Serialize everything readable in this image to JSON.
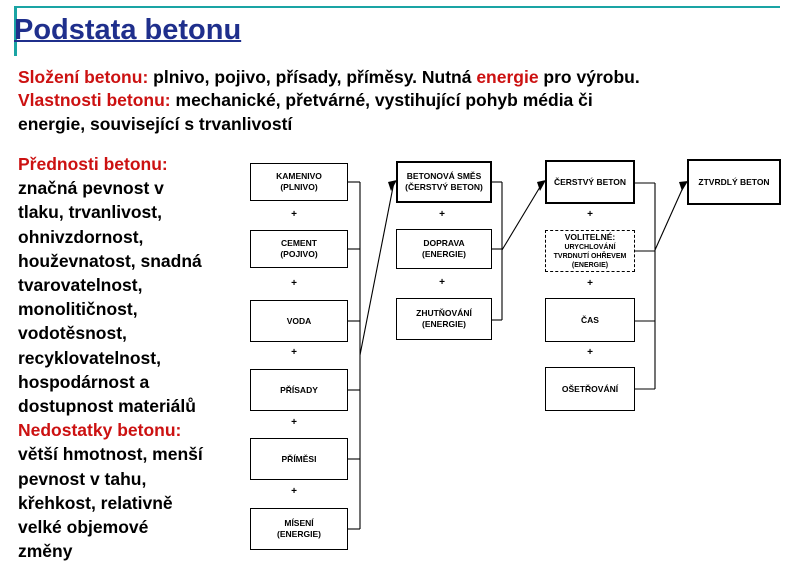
{
  "title": "Podstata betonu",
  "composition": {
    "label": "Složení betonu:",
    "text_a": " plnivo, pojivo, přísady, příměsy. Nutná ",
    "energy": "energie",
    "text_b": " pro výrobu."
  },
  "properties": {
    "label": "Vlastnosti betonu:",
    "text_line1": " mechanické, přetvárné, vystihující pohyb média či",
    "text_line2": "energie, související s trvanlivostí"
  },
  "advantages": {
    "label": "Přednosti betonu:",
    "lines": [
      "značná pevnost v",
      "tlaku, trvanlivost,",
      "ohnivzdornost,",
      "houževnatost, snadná",
      "tvarovatelnost,",
      "monolitičnost,",
      "vodotěsnost,",
      "recyklovatelnost,",
      "hospodárnost a",
      "dostupnost materiálů"
    ]
  },
  "disadvantages": {
    "label": "Nedostatky betonu:",
    "lines": [
      "větší hmotnost, menší",
      "pevnost v tahu,",
      "křehkost, relativně",
      "velké objemové",
      "změny"
    ]
  },
  "diagram": {
    "col1": [
      {
        "line1": "KAMENIVO",
        "line2": "(PLNIVO)"
      },
      {
        "line1": "CEMENT",
        "line2": "(POJIVO)"
      },
      {
        "line1": "VODA",
        "line2": ""
      },
      {
        "line1": "PŘÍSADY",
        "line2": ""
      },
      {
        "line1": "PŘÍMĚSI",
        "line2": ""
      },
      {
        "line1": "MÍSENÍ",
        "line2": "(ENERGIE)"
      }
    ],
    "col2": [
      {
        "line1": "BETONOVÁ SMĚS",
        "line2": "(ČERSTVÝ BETON)"
      },
      {
        "line1": "DOPRAVA",
        "line2": "(ENERGIE)"
      },
      {
        "line1": "ZHUTŇOVÁNÍ",
        "line2": "(ENERGIE)"
      }
    ],
    "col3": [
      {
        "line1": "ČERSTVÝ BETON",
        "line2": ""
      },
      {
        "line1": "VOLITELNÉ:",
        "line2": "URYCHLOVÁNÍ TVRDNUTÍ OHŘEVEM (ENERGIE)"
      },
      {
        "line1": "ČAS",
        "line2": ""
      },
      {
        "line1": "OŠETŘOVÁNÍ",
        "line2": ""
      }
    ],
    "col4": [
      {
        "line1": "ZTVRDLÝ BETON",
        "line2": ""
      }
    ],
    "plus": "+"
  }
}
